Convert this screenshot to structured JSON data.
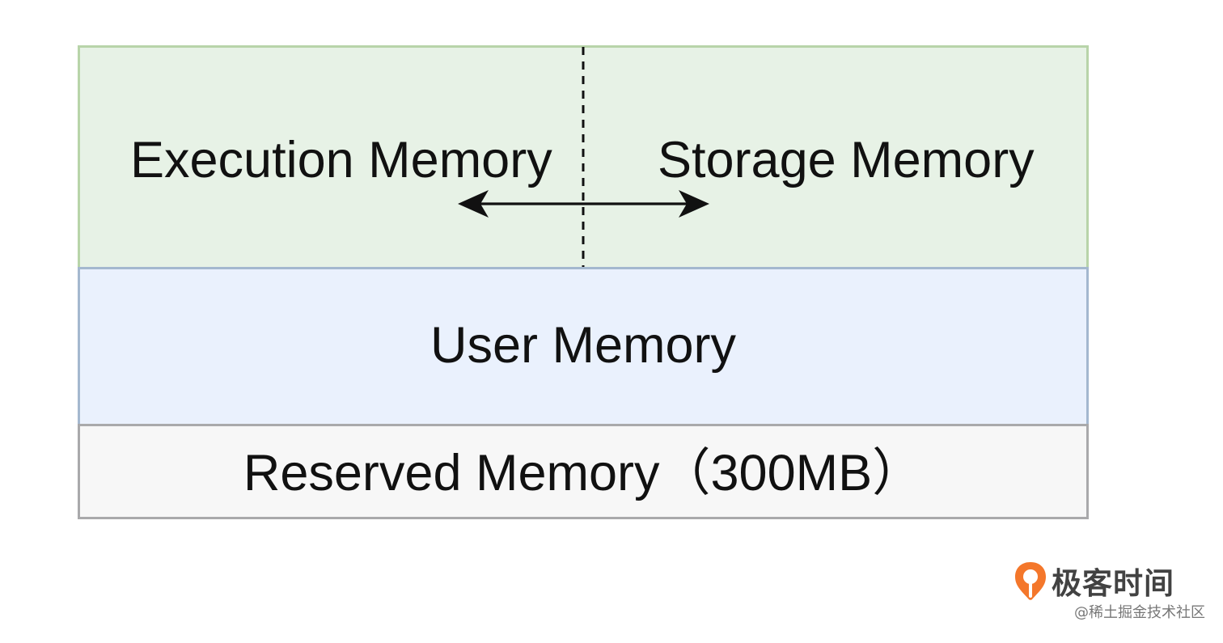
{
  "diagram": {
    "top_block": {
      "left_label": "Execution Memory",
      "right_label": "Storage Memory",
      "divider": "dashed",
      "arrow": "bidirectional",
      "fill": "#e7f2e6",
      "border": "#b8d4a9"
    },
    "middle_block": {
      "label": "User Memory",
      "fill": "#eaf1fd",
      "border": "#a4b8cf"
    },
    "bottom_block": {
      "label": "Reserved Memory（300MB）",
      "fill": "#f7f7f7",
      "border": "#a9a9ab"
    }
  },
  "watermark": {
    "logo_text": "极客时间",
    "credit": "@稀土掘金技术社区",
    "accent": "#f4772b"
  }
}
